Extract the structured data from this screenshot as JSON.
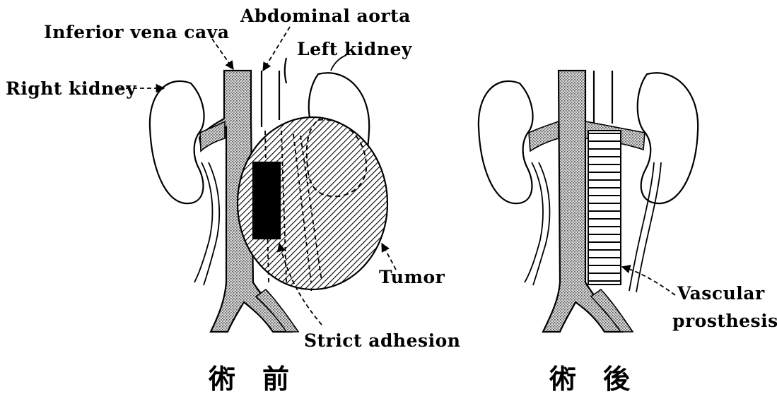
{
  "labels": {
    "ivc": "Inferior vena cava",
    "aorta": "Abdominal aorta",
    "left_kidney": "Left kidney",
    "right_kidney": "Right kidney",
    "tumor": "Tumor",
    "adhesion": "Strict adhesion",
    "prosthesis_line1": "Vascular",
    "prosthesis_line2": "prosthesis"
  },
  "captions": {
    "pre": "術前",
    "post": "術後"
  },
  "colors": {
    "line": "#000000",
    "stipple": "#9a9a9a",
    "background": "#ffffff"
  }
}
